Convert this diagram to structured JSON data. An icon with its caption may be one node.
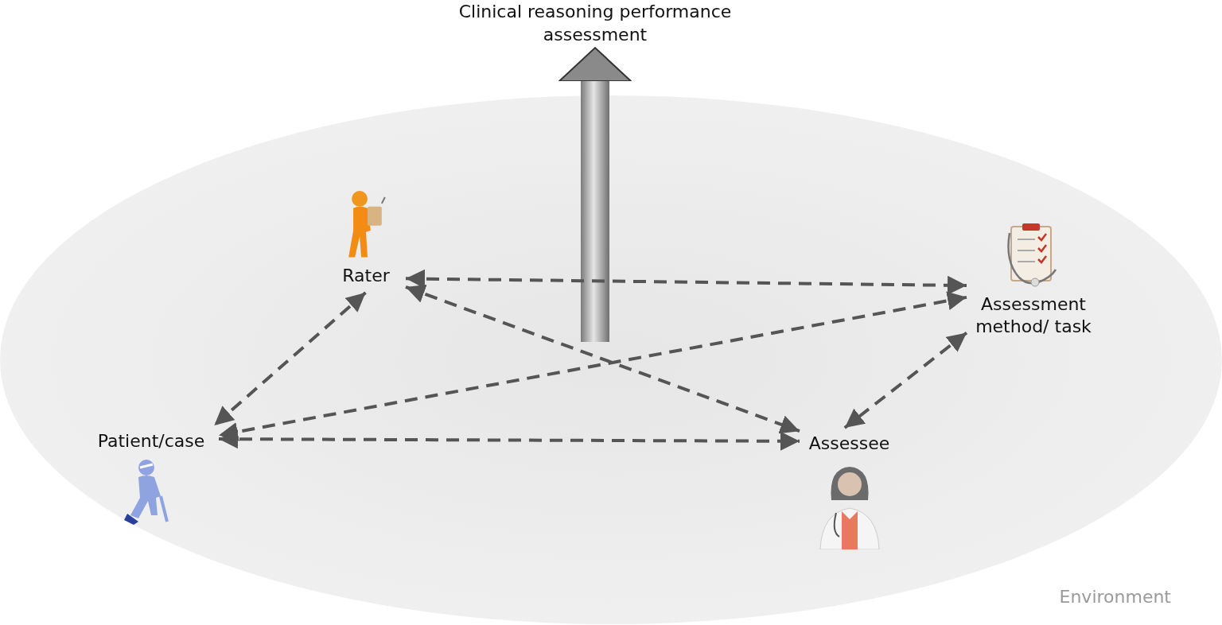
{
  "diagram": {
    "nodes": [
      {
        "text": [
          "Clinical reasoning performance assessment"
        ]
      },
      {
        "text": [
          "Environment"
        ]
      },
      {
        "text": [
          "Rater"
        ],
        "in": 1
      },
      {
        "text": [
          "Assessment method/ task"
        ],
        "in": 1
      },
      {
        "text": [
          "Patient/case"
        ],
        "in": 1
      },
      {
        "text": [
          "Assessee"
        ],
        "in": 1
      }
    ],
    "edges": [
      {
        "from": null,
        "to": 0,
        "arrow": "to",
        "style": "thick"
      },
      {
        "from": 2,
        "to": 3,
        "arrow": "both",
        "style": "dashed"
      },
      {
        "from": 2,
        "to": 4,
        "arrow": "both",
        "style": "dashed"
      },
      {
        "from": 2,
        "to": 5,
        "arrow": "both",
        "style": "dashed"
      },
      {
        "from": 3,
        "to": 4,
        "arrow": "both",
        "style": "dashed"
      },
      {
        "from": 3,
        "to": 5,
        "arrow": "both",
        "style": "dashed"
      },
      {
        "from": 4,
        "to": 5,
        "arrow": "both",
        "style": "dashed"
      }
    ]
  }
}
